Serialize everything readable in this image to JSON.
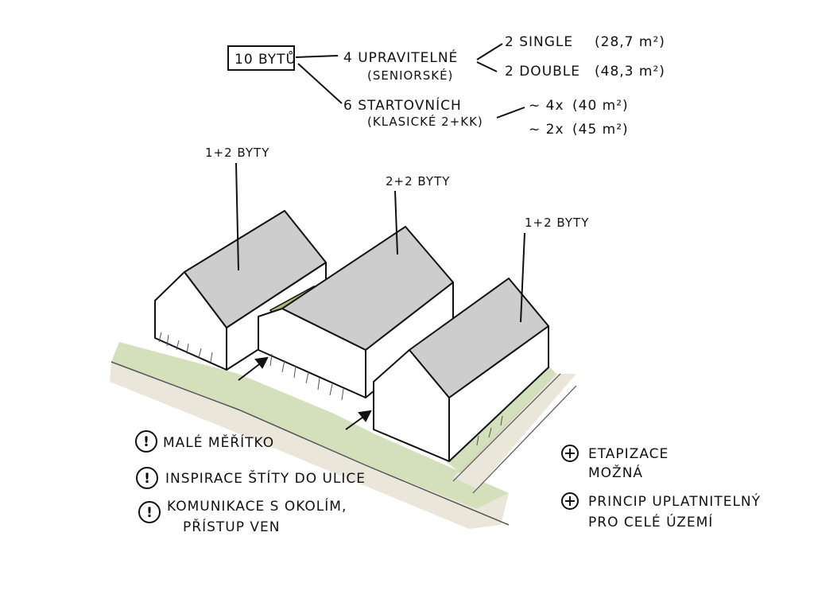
{
  "summary": {
    "total": "10 BYTŮ",
    "group_a": {
      "title": "4 UPRAVITELNÉ",
      "subtitle": "(SENIORSKÉ)",
      "items": [
        {
          "label": "2 SINGLE",
          "area": "(28,7 m²)"
        },
        {
          "label": "2 DOUBLE",
          "area": "(48,3 m²)"
        }
      ]
    },
    "group_b": {
      "title": "6 STARTOVNÍCH",
      "subtitle": "(KLASICKÉ 2+KK)",
      "items": [
        {
          "label": "~ 4x",
          "area": "(40 m²)"
        },
        {
          "label": "~ 2x",
          "area": "(45 m²)"
        }
      ]
    }
  },
  "buildings": [
    {
      "label": "1+2 BYTY"
    },
    {
      "label": "2+2 BYTY"
    },
    {
      "label": "1+2 BYTY"
    }
  ],
  "warnings": [
    {
      "icon": "exclamation-circle-icon",
      "lines": [
        "MALÉ MĚŘÍTKO"
      ]
    },
    {
      "icon": "exclamation-circle-icon",
      "lines": [
        "INSPIRACE ŠTÍTY DO ULICE"
      ]
    },
    {
      "icon": "exclamation-circle-icon",
      "lines": [
        "KOMUNIKACE S OKOLÍM,",
        "PŘÍSTUP VEN"
      ]
    }
  ],
  "pluses": [
    {
      "icon": "plus-circle-icon",
      "lines": [
        "ETAPIZACE",
        "MOŽNÁ"
      ]
    },
    {
      "icon": "plus-circle-icon",
      "lines": [
        "PRINCIP UPLATNITELNÝ",
        "PRO CELÉ ÚZEMÍ"
      ]
    }
  ],
  "colors": {
    "roof": "#cdcdcd",
    "green": "#c3d3a4",
    "road": "#ebe6da",
    "pergola": "#a9bd6e",
    "ink": "#111111"
  }
}
